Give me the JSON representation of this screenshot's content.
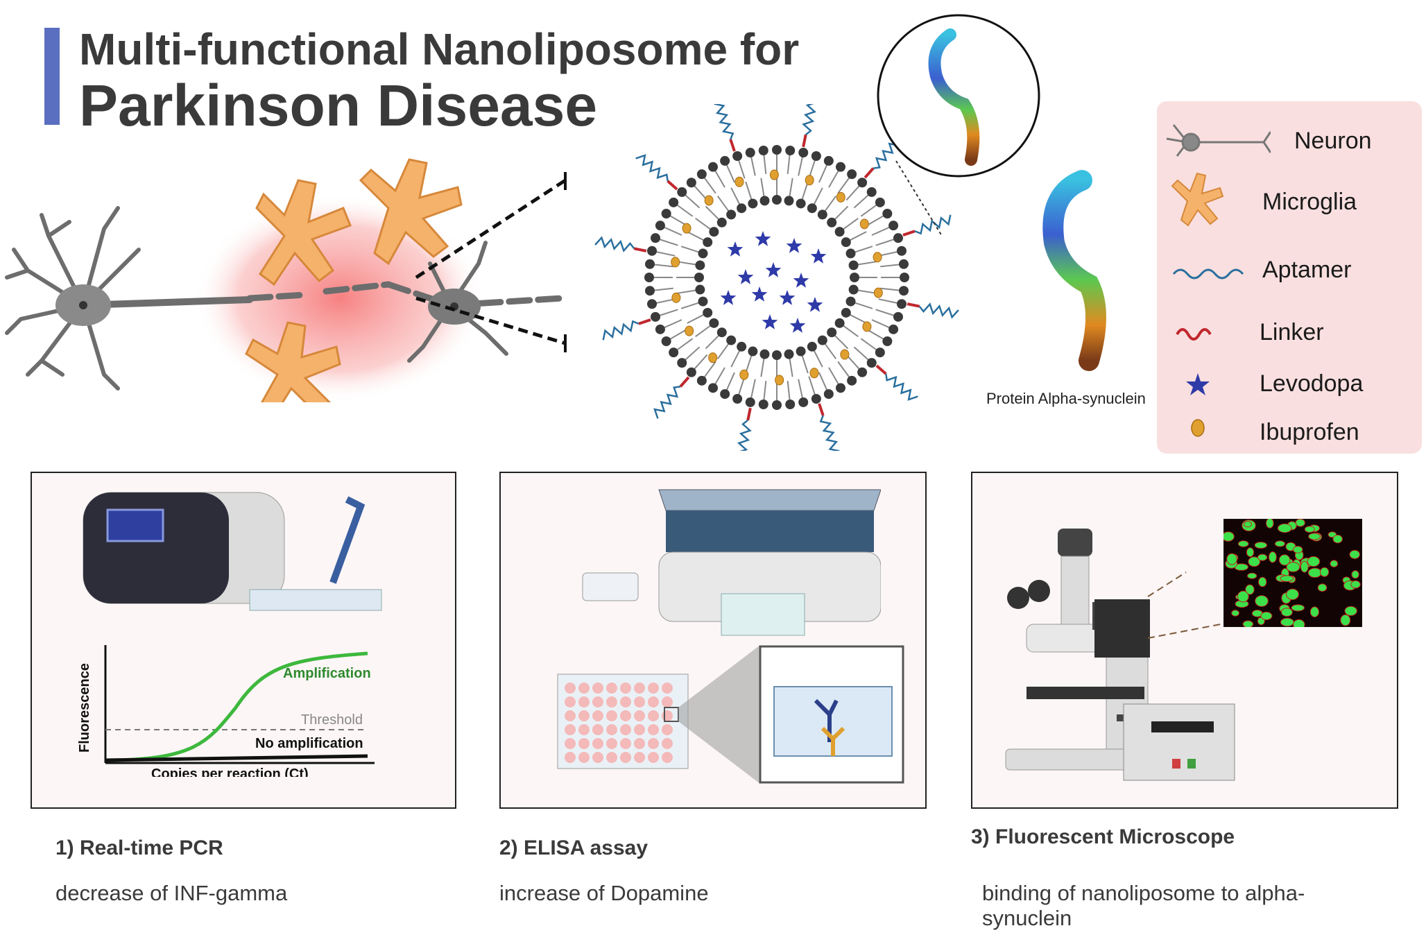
{
  "title": {
    "line1": "Multi-functional Nanoliposome for",
    "line2": "Parkinson Disease"
  },
  "protein_label": "Protein Alpha-synuclein",
  "legend": {
    "items": [
      {
        "label": "Neuron",
        "icon": "neuron-icon"
      },
      {
        "label": "Microglia",
        "icon": "microglia-icon"
      },
      {
        "label": "Aptamer",
        "icon": "aptamer-icon"
      },
      {
        "label": "Linker",
        "icon": "linker-icon"
      },
      {
        "label": "Levodopa",
        "icon": "levodopa-icon"
      },
      {
        "label": "Ibuprofen",
        "icon": "ibuprofen-icon"
      }
    ]
  },
  "pcr_chart": {
    "ylabel": "Fluorescence",
    "xlabel": "Copies per reaction (Ct)",
    "amplification": "Amplification",
    "threshold": "Threshold",
    "no_amplification": "No amplification"
  },
  "methods": [
    {
      "title": "1) Real-time PCR",
      "text": "decrease of INF-gamma"
    },
    {
      "title": "2) ELISA assay",
      "text": "increase of Dopamine"
    },
    {
      "title": "3) Fluorescent Microscope",
      "text": "binding of nanoliposome to alpha-synuclein"
    }
  ],
  "colors": {
    "accent": "#5b6fc0",
    "microglia": "#f5b26b",
    "linker": "#c0272d",
    "aptamer": "#2a6f9e",
    "levodopa": "#2e3aa8",
    "ibuprofen": "#e0a030",
    "amplification": "#3db83d",
    "legend_bg": "#f9dfdf"
  }
}
